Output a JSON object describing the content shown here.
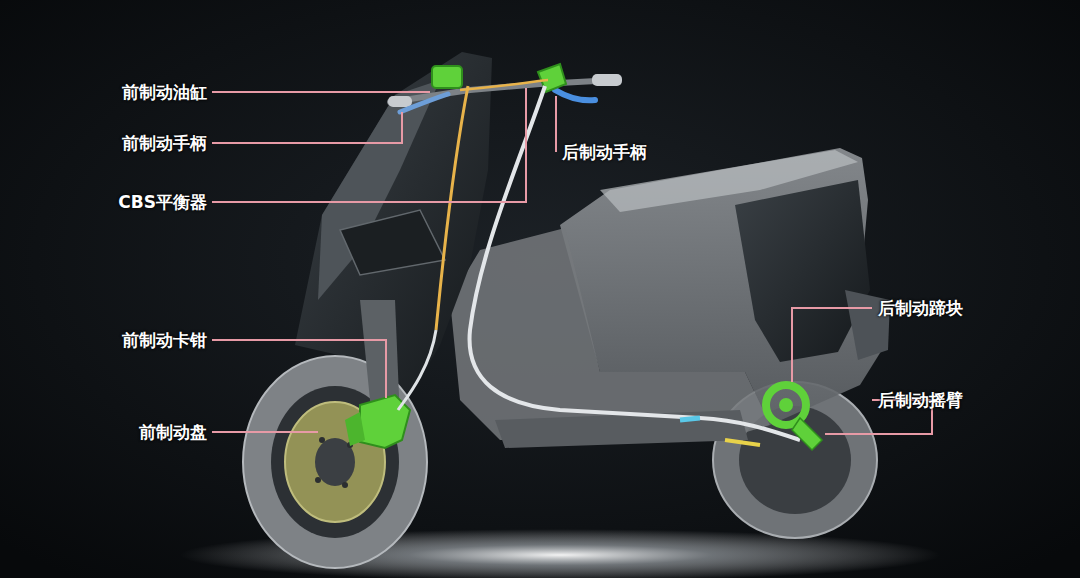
{
  "diagram": {
    "labels": [
      "前制动油缸",
      "前制动手柄",
      "CBS平衡器",
      "后制动手柄",
      "前制动卡钳",
      "前制动盘",
      "后制动蹄块",
      "后制动摇臂"
    ]
  }
}
